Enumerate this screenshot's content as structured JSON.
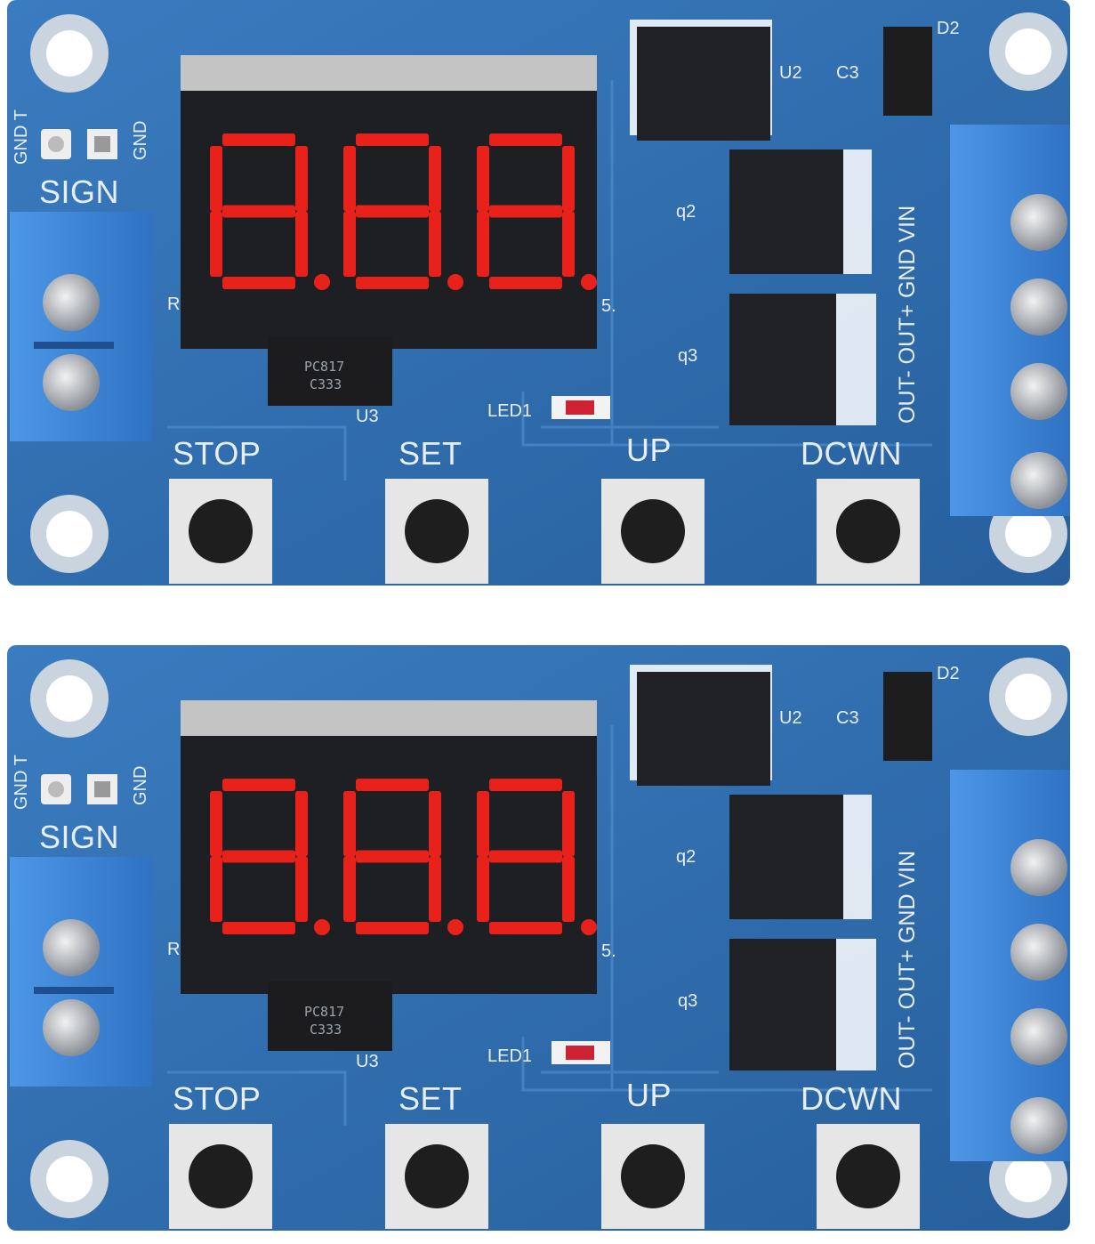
{
  "boards": [
    {
      "labels": {
        "sign": "SIGN",
        "gnd": "GND",
        "gnd_t": "GND T",
        "stop": "STOP",
        "set": "SET",
        "up": "UP",
        "down": "DCWN",
        "power": "OUT- OUT+ GND VIN",
        "u2": "U2",
        "c3": "C3",
        "d2": "D2",
        "q2": "q2",
        "q3": "q3",
        "led1": "LED1",
        "u3": "U3",
        "r": "R",
        "five": "5.",
        "chip_line1": "PC817",
        "chip_line2": "C333"
      },
      "display": {
        "digits": [
          "8.",
          "8.",
          "8."
        ],
        "segment_color": "#e8221b"
      }
    },
    {
      "labels": {
        "sign": "SIGN",
        "gnd": "GND",
        "gnd_t": "GND T",
        "stop": "STOP",
        "set": "SET",
        "up": "UP",
        "down": "DCWN",
        "power": "OUT- OUT+ GND VIN",
        "u2": "U2",
        "c3": "C3",
        "d2": "D2",
        "q2": "q2",
        "q3": "q3",
        "led1": "LED1",
        "u3": "U3",
        "r": "R",
        "five": "5.",
        "chip_line1": "PC817",
        "chip_line2": "C333"
      },
      "display": {
        "digits": [
          "8.",
          "8.",
          "8."
        ],
        "segment_color": "#e8221b"
      }
    }
  ],
  "colors": {
    "pcb": "#2f6fb0",
    "terminal": "#3d86d8",
    "chip": "#1c1c1e"
  }
}
